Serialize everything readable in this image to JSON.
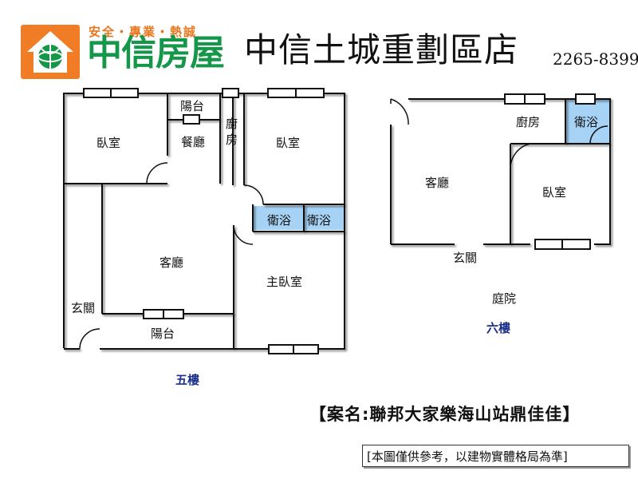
{
  "header": {
    "slogan": "安全・專業・熱誠",
    "brand": "中信房屋",
    "store": "中信土城重劃區店",
    "phone": "2265-8399"
  },
  "floor5": {
    "label": "五樓",
    "rooms": {
      "bedroom_left": "臥室",
      "balcony_top": "陽台",
      "dining": "餐廳",
      "kitchen": "廚\n房",
      "bedroom_right": "臥室",
      "bath1": "衛浴",
      "bath2": "衛浴",
      "living": "客廳",
      "master": "主臥室",
      "entrance": "玄關",
      "balcony_bottom": "陽台"
    }
  },
  "floor6": {
    "label": "六樓",
    "rooms": {
      "kitchen": "廚房",
      "bath": "衛浴",
      "living": "客廳",
      "bedroom": "臥室",
      "entrance": "玄關",
      "garden": "庭院"
    }
  },
  "footer": {
    "case_name": "【案名:聯邦大家樂海山站鼎佳佳】",
    "disclaimer": "[本圖僅供參考，以建物實體格局為準]"
  },
  "colors": {
    "brand_orange": "#f07c26",
    "brand_green": "#15974a",
    "bath_fill": "#a6d2f5",
    "floor_label": "#1a2f8c"
  }
}
